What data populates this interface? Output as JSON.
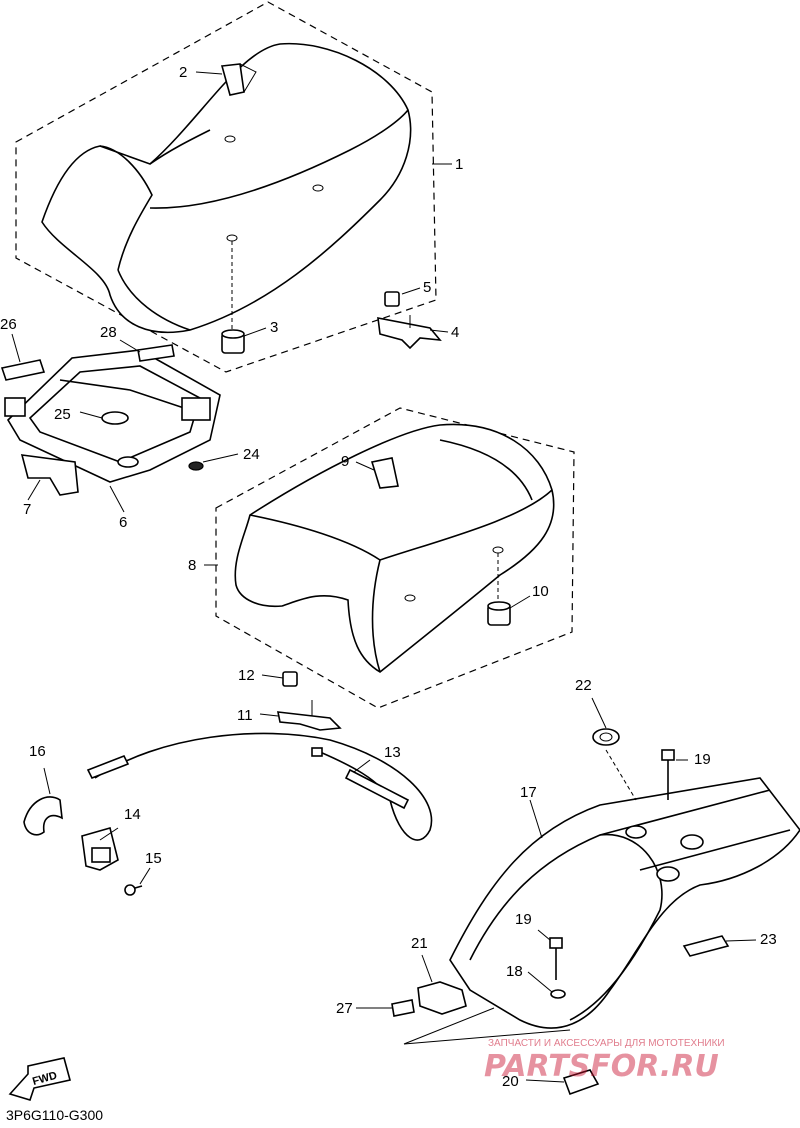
{
  "diagram": {
    "code": "3P6G110-G300",
    "fwd_label": "FWD",
    "callouts": [
      "1",
      "2",
      "3",
      "4",
      "5",
      "6",
      "7",
      "8",
      "9",
      "10",
      "11",
      "12",
      "13",
      "14",
      "15",
      "16",
      "17",
      "18",
      "19",
      "19",
      "20",
      "21",
      "22",
      "23",
      "24",
      "25",
      "26",
      "27",
      "28"
    ]
  },
  "watermark": {
    "tagline": "ЗАПЧАСТИ И АКСЕССУАРЫ ДЛЯ МОТОТЕХНИКИ",
    "brand": "PARTSFOR.RU"
  }
}
